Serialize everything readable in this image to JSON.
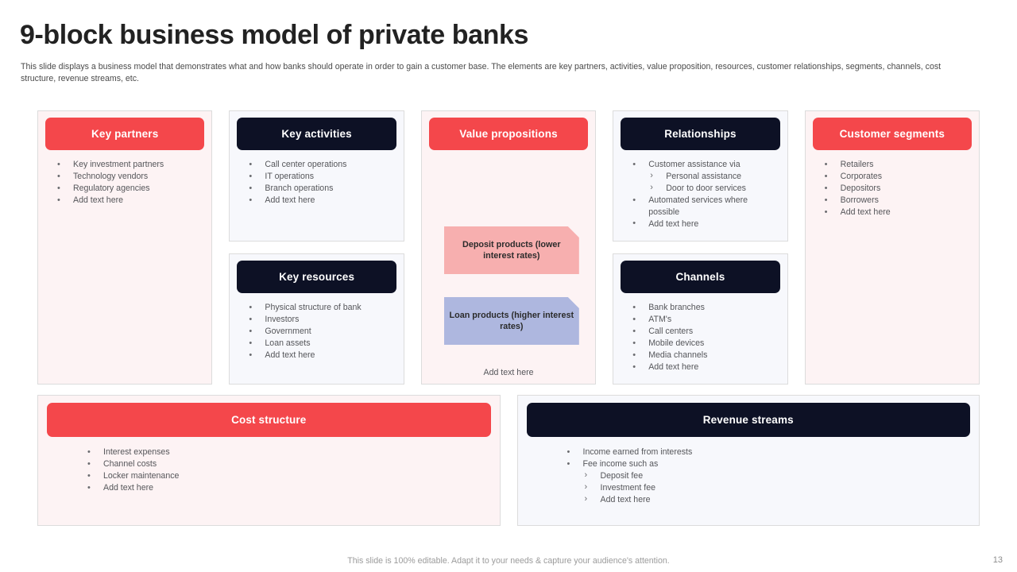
{
  "slide": {
    "title": "9-block business model of private banks",
    "description": "This slide displays a business model that demonstrates what and how banks should operate in order to gain a customer base. The elements are key partners, activities, value proposition, resources, customer relationships, segments, channels, cost structure, revenue streams, etc.",
    "footer_note": "This slide is 100% editable. Adapt it to your needs & capture your audience's attention.",
    "page_number": "13"
  },
  "colors": {
    "accent_red": "#f4474b",
    "accent_navy": "#0d1125",
    "card_pink": "#fdf3f4",
    "card_blue": "#f7f8fc",
    "deposit_pink": "#f7afaf",
    "loan_periwinkle": "#aeb7df",
    "body_text": "#55565a"
  },
  "blocks": {
    "key_partners": {
      "title": "Key partners",
      "header_style": "red",
      "items": [
        "Key investment partners",
        "Technology vendors",
        "Regulatory agencies",
        "Add text here"
      ]
    },
    "key_activities": {
      "title": "Key activities",
      "header_style": "navy",
      "items": [
        "Call center operations",
        "IT operations",
        "Branch operations",
        "Add text here"
      ]
    },
    "key_resources": {
      "title": "Key resources",
      "header_style": "navy",
      "items": [
        "Physical structure of bank",
        "Investors",
        "Government",
        "Loan assets",
        "Add text here"
      ]
    },
    "value_propositions": {
      "title": "Value propositions",
      "header_style": "red",
      "cards": [
        {
          "label": "Deposit products (lower interest rates)",
          "color": "#f7afaf"
        },
        {
          "label": "Loan products (higher interest rates)",
          "color": "#aeb7df"
        }
      ],
      "note": "Add text here"
    },
    "relationships": {
      "title": "Relationships",
      "header_style": "navy",
      "items": [
        {
          "level": 1,
          "text": "Customer assistance via"
        },
        {
          "level": 2,
          "text": "Personal assistance"
        },
        {
          "level": 2,
          "text": "Door to door services"
        },
        {
          "level": 1,
          "text": "Automated services where possible"
        },
        {
          "level": 1,
          "text": "Add text here"
        }
      ]
    },
    "channels": {
      "title": "Channels",
      "header_style": "navy",
      "items": [
        "Bank branches",
        "ATM's",
        "Call centers",
        "Mobile devices",
        "Media channels",
        "Add text here"
      ]
    },
    "customer_segments": {
      "title": "Customer segments",
      "header_style": "red",
      "items": [
        "Retailers",
        "Corporates",
        "Depositors",
        "Borrowers",
        "Add text here"
      ]
    },
    "cost_structure": {
      "title": "Cost structure",
      "header_style": "red",
      "items": [
        {
          "level": 1,
          "text": "Interest expenses"
        },
        {
          "level": 1,
          "text": "Channel costs"
        },
        {
          "level": 1,
          "text": "Locker maintenance"
        },
        {
          "level": 1,
          "text": "Add text here"
        }
      ]
    },
    "revenue_streams": {
      "title": "Revenue streams",
      "header_style": "navy",
      "items": [
        {
          "level": 1,
          "text": "Income earned from interests"
        },
        {
          "level": 1,
          "text": "Fee income such as"
        },
        {
          "level": 2,
          "text": "Deposit fee"
        },
        {
          "level": 2,
          "text": "Investment fee"
        },
        {
          "level": 2,
          "text": "Add text here"
        }
      ]
    }
  }
}
